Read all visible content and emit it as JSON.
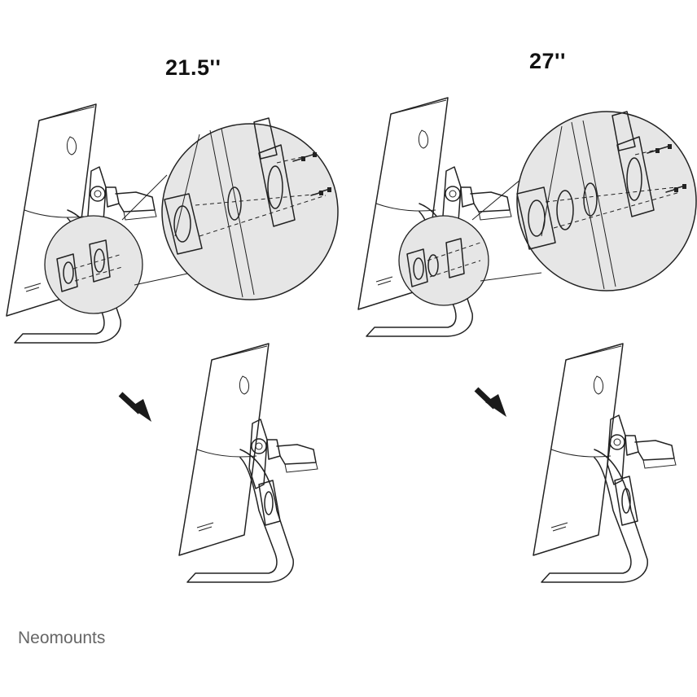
{
  "titles": {
    "left": "21.5''",
    "right": "27''"
  },
  "brand": "Neomounts",
  "colors": {
    "line": "#222222",
    "magnifier_fill": "#e6e6e6",
    "bracket_fill": "#9a9a9a",
    "arrow": "#1a1a1a",
    "brand_text": "#666666"
  }
}
